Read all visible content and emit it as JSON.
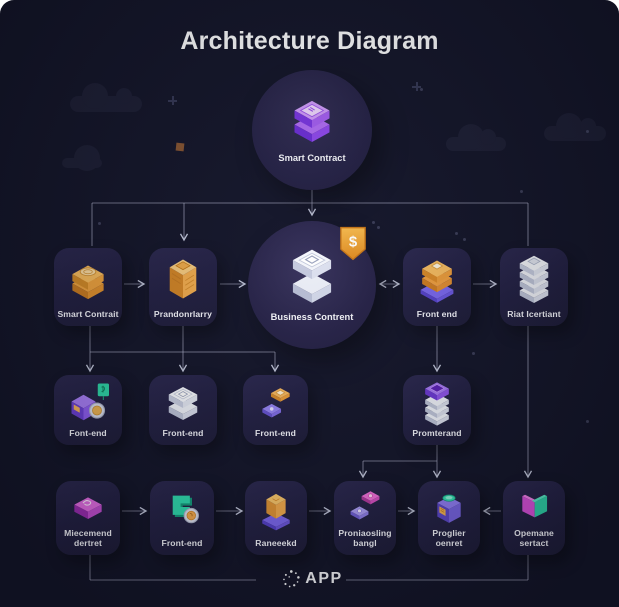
{
  "title": "Architecture Diagram",
  "hub": {
    "label": "Smart Contract"
  },
  "center": {
    "label": "Business Contrent",
    "badge_symbol": "$"
  },
  "row2": {
    "n1": {
      "label": "Smart Contrait",
      "icon": "orange-cube-coin"
    },
    "n2": {
      "label": "Prandonrlarry",
      "icon": "orange-tall-box"
    },
    "n3": {
      "label": "Front end",
      "icon": "orange-layers-purple-base"
    },
    "n4": {
      "label": "Riat Icertiant",
      "icon": "silver-stack"
    }
  },
  "row3": {
    "n1": {
      "label": "Font-end",
      "icon": "purple-cube-coin-tag"
    },
    "n2": {
      "label": "Front-end",
      "icon": "silver-layers"
    },
    "n3": {
      "label": "Front-end",
      "icon": "flat-tiles"
    },
    "n4": {
      "label": "Promterand",
      "icon": "purple-silver-stack"
    }
  },
  "row4": {
    "n1": {
      "label": "Miecemend dertret",
      "icon": "magenta-flat-box"
    },
    "n2": {
      "label": "Front-end",
      "icon": "teal-c-coin"
    },
    "n3": {
      "label": "Raneeekd",
      "icon": "orange-cube-base"
    },
    "n4": {
      "label": "Proniaosling bangl",
      "icon": "two-flat-boxes"
    },
    "n5": {
      "label": "Proglier oenret",
      "icon": "purple-cube-teal-coin"
    },
    "n6": {
      "label": "Opemane sertact",
      "icon": "magenta-teal-blocks"
    }
  },
  "footer": {
    "brand": "APP"
  },
  "colors": {
    "background": "#14162b",
    "tile": "#252245",
    "connector_line": "#b9c0d8",
    "orange": "#f0a64a",
    "purple": "#a06af5",
    "silver": "#e8ebf5",
    "magenta": "#d957d4",
    "teal": "#2fd4aa",
    "badge_orange": "#f2a433",
    "text": "#f3f4fb"
  }
}
